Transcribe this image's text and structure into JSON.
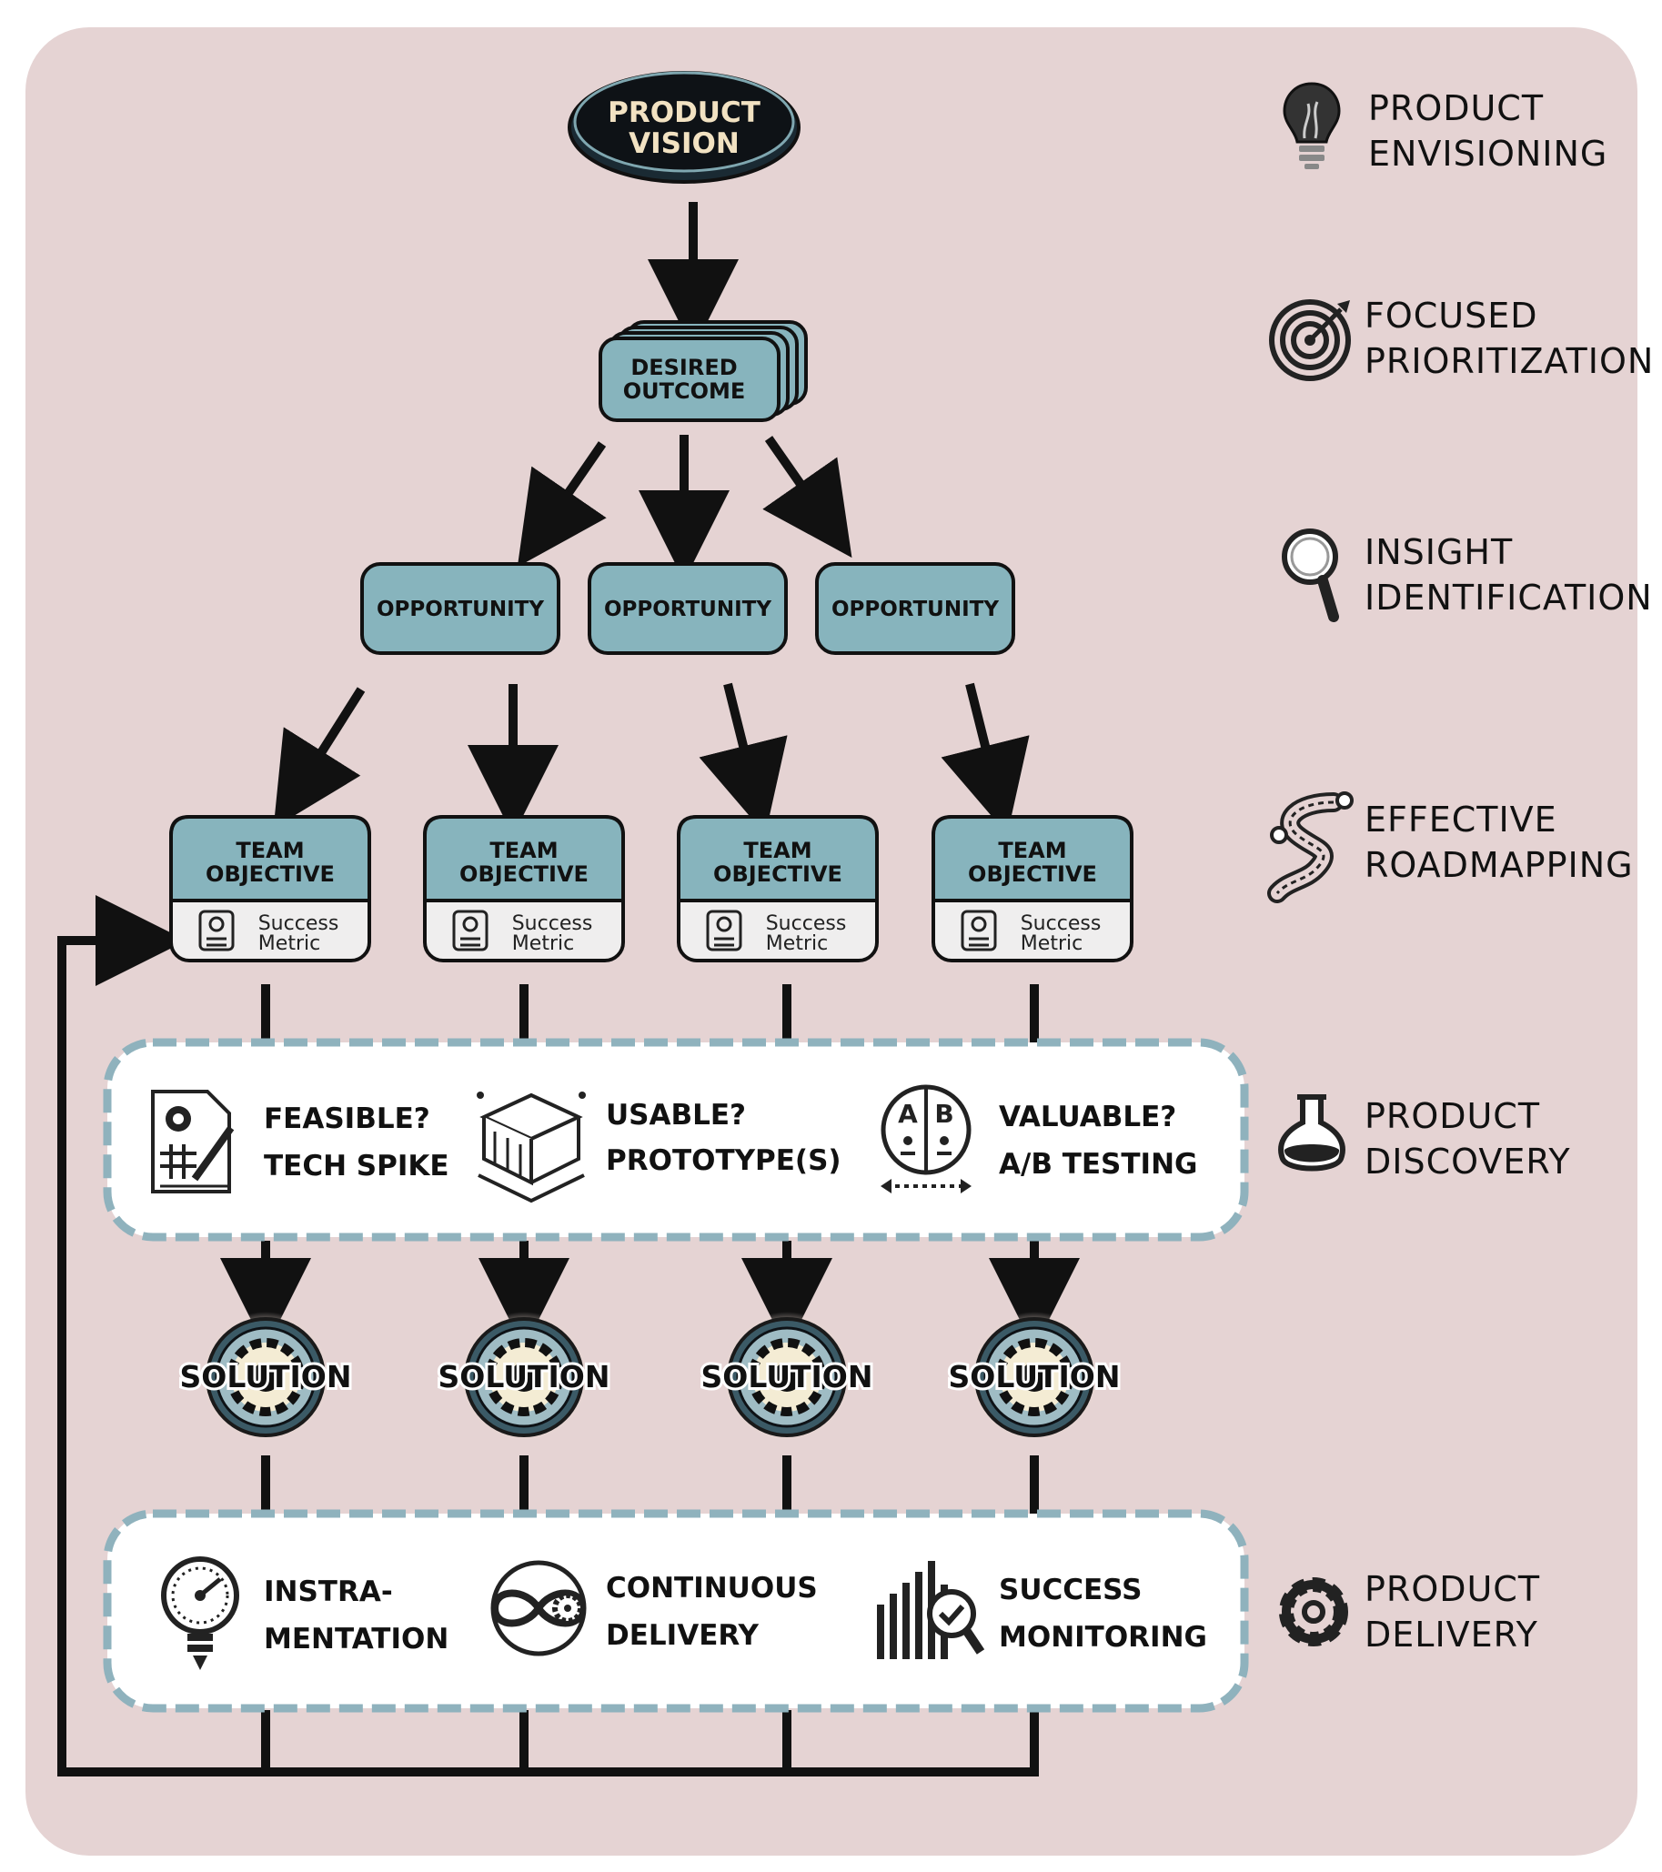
{
  "vision": {
    "line1": "PRODUCT",
    "line2": "VISION"
  },
  "outcome": {
    "line1": "DESIRED",
    "line2": "OUTCOME"
  },
  "opportunities": [
    "OPPORTUNITY",
    "OPPORTUNITY",
    "OPPORTUNITY"
  ],
  "objectives": [
    {
      "line1": "TEAM",
      "line2": "OBJECTIVE",
      "metric1": "Success",
      "metric2": "Metric"
    },
    {
      "line1": "TEAM",
      "line2": "OBJECTIVE",
      "metric1": "Success",
      "metric2": "Metric"
    },
    {
      "line1": "TEAM",
      "line2": "OBJECTIVE",
      "metric1": "Success",
      "metric2": "Metric"
    },
    {
      "line1": "TEAM",
      "line2": "OBJECTIVE",
      "metric1": "Success",
      "metric2": "Metric"
    }
  ],
  "discovery": [
    {
      "icon": "tech-spike-icon",
      "line1": "FEASIBLE?",
      "line2": "TECH SPIKE"
    },
    {
      "icon": "prototype-icon",
      "line1": "USABLE?",
      "line2": "PROTOTYPE(S)"
    },
    {
      "icon": "ab-testing-icon",
      "line1": "VALUABLE?",
      "line2": "A/B TESTING"
    }
  ],
  "solutions": [
    "SOLUTION",
    "SOLUTION",
    "SOLUTION",
    "SOLUTION"
  ],
  "delivery": [
    {
      "icon": "instrumentation-icon",
      "line1": "INSTRA-",
      "line2": "MENTATION"
    },
    {
      "icon": "continuous-delivery-icon",
      "line1": "CONTINUOUS",
      "line2": "DELIVERY"
    },
    {
      "icon": "success-monitoring-icon",
      "line1": "SUCCESS",
      "line2": "MONITORING"
    }
  ],
  "stages": [
    {
      "icon": "lightbulb-icon",
      "line1": "PRODUCT",
      "line2": "ENVISIONING"
    },
    {
      "icon": "target-icon",
      "line1": "FOCUSED",
      "line2": "PRIORITIZATION"
    },
    {
      "icon": "magnifier-icon",
      "line1": "INSIGHT",
      "line2": "IDENTIFICATION"
    },
    {
      "icon": "road-icon",
      "line1": "EFFECTIVE",
      "line2": "ROADMAPPING"
    },
    {
      "icon": "flask-icon",
      "line1": "PRODUCT",
      "line2": "DISCOVERY"
    },
    {
      "icon": "gear-icon",
      "line1": "PRODUCT",
      "line2": "DELIVERY"
    }
  ],
  "colors": {
    "background": "#e5d3d3",
    "box": "#87b4bd",
    "ink": "#111111",
    "dash": "#8fb2bd",
    "vision_text": "#f2e2c2"
  }
}
